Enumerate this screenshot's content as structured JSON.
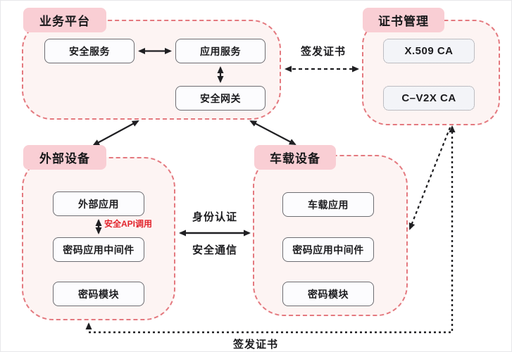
{
  "diagram": {
    "groups": {
      "business_platform": {
        "title": "业务平台",
        "boxes": [
          "安全服务",
          "应用服务",
          "安全网关"
        ]
      },
      "cert_management": {
        "title": "证书管理",
        "boxes": [
          "X.509 CA",
          "C–V2X CA"
        ]
      },
      "external_device": {
        "title": "外部设备",
        "boxes": [
          "外部应用",
          "密码应用中间件",
          "密码模块"
        ]
      },
      "vehicle_device": {
        "title": "车载设备",
        "boxes": [
          "车载应用",
          "密码应用中间件",
          "密码模块"
        ]
      }
    },
    "edge_labels": {
      "issue_cert_top": "签发证书",
      "issue_cert_bottom": "签发证书",
      "identity_auth": "身份认证",
      "secure_comm": "安全通信",
      "secure_api_call": "安全API调用"
    },
    "colors": {
      "container_border": "#e4797f",
      "container_fill": "#fdf4f3",
      "label_fill": "#f9ced4",
      "node_border": "#6d6d72",
      "node_fill": "#fcfcfe",
      "ca_node_fill": "#f3f4f8",
      "arrow": "#1f1f22",
      "accent_red_text": "#e2232b"
    }
  }
}
